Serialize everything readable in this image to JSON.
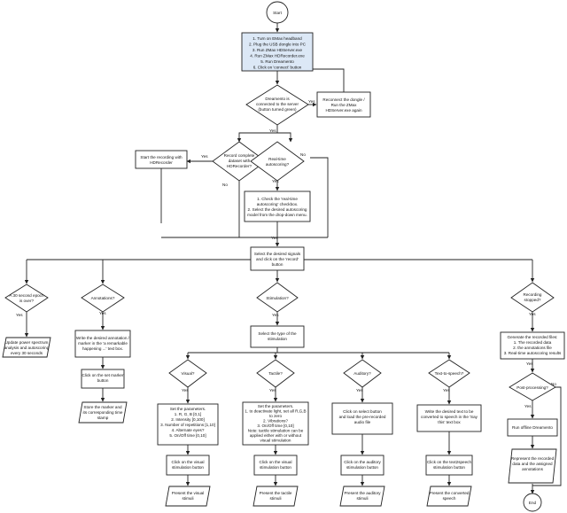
{
  "flowchart": {
    "start": "Start",
    "end": "End",
    "setup_steps": [
      "1. Turn on EMax headband",
      "2. Plug the USB dongle into PC",
      "3. Run ZMax HDServer.exe",
      "4. Run ZMax HDRecorder.exe",
      "5. Run Dreamento",
      "6. Click on 'connect' button"
    ],
    "connected_question": [
      "Dreamento is",
      "connected to the server",
      "(button turned green)"
    ],
    "reconnect": [
      "Reconnect the dongle /",
      "Run the ZMax",
      "HDServer.exe again"
    ],
    "record_question": [
      "Record complete",
      "dataset with",
      "HDRecorder?"
    ],
    "start_recording": [
      "Start the recording with",
      "HDRecorder"
    ],
    "realtime_question": [
      "Real-time",
      "autoscoring?"
    ],
    "realtime_steps": [
      "1. Check the 'real-time",
      "autoscoring' checkbox.",
      "2. Select the desired autoscoring",
      "model from the drop-down menu."
    ],
    "select_signals": [
      "Select the desired signals",
      "and click on the 'record'",
      "button"
    ],
    "epoch_question": [
      "A 30 second epoch",
      "is over?"
    ],
    "update_power": [
      "Update power spectrum",
      "analysis and autoscoring",
      "every 30 seconds"
    ],
    "annotations_question": [
      "Annotations?"
    ],
    "write_annotation": [
      "Write the desired annotation /",
      "marker in the 'a remarkable",
      "happening ...' text box."
    ],
    "click_marker": [
      "Click on the set marker",
      "button"
    ],
    "store_marker": [
      "Store the marker and",
      "its corresponding time",
      "stamp"
    ],
    "stimulation_question": [
      "Stimulation?"
    ],
    "select_type": [
      "Select the type of the",
      "stimulation"
    ],
    "visual_question": [
      "Visual?"
    ],
    "visual_params": [
      "Set the parameters.",
      "1. R, G, B [0,1]",
      "2. Intensity [0,100]",
      "3. Number of repetitions [1,10]",
      "4. Alternate eyes?",
      "5. On/Off time [0,10]"
    ],
    "visual_click": [
      "Click on the visual",
      "stimulation button"
    ],
    "visual_present": [
      "Present the visual",
      "stimuli"
    ],
    "tactile_question": [
      "Tactile?"
    ],
    "tactile_params": [
      "Set the parameters.",
      "1. to deactivate light, set all R,G,B",
      "to zero",
      "2. Vibrations?",
      "3. On/Off time [0,10]",
      "Note: tactile stimulation can be",
      "applied either with or without",
      "visual stimulation"
    ],
    "tactile_click": [
      "Click on the visual",
      "stimulation button"
    ],
    "tactile_present": [
      "Present the tactile",
      "stimuli"
    ],
    "auditory_question": [
      "Auditory?"
    ],
    "auditory_select": [
      "Click on select button",
      "and load the pre-recorded",
      "audio file"
    ],
    "auditory_click": [
      "Click on the auditory",
      "stimulation button"
    ],
    "auditory_present": [
      "Present the auditory",
      "stimuli"
    ],
    "tts_question": [
      "Text-to-speech?"
    ],
    "tts_write": [
      "Write the desired text to be",
      "converted to speech in the 'Say",
      "this' text box"
    ],
    "tts_click": [
      "Click on the text2speech",
      "stimulation button"
    ],
    "tts_present": [
      "Present the converted",
      "speech"
    ],
    "recording_stopped_question": [
      "Recording",
      "stopped?"
    ],
    "generate_files": [
      "Generate the recorded files:",
      "1. The recorded data",
      "2. the annotations file",
      "3. Real-time autoscoring results"
    ],
    "post_processing_question": [
      "Post-processing?"
    ],
    "run_offline": [
      "Run offline Dreamento"
    ],
    "represent": [
      "Represent the recorded",
      "data and the assigned",
      "annotations"
    ],
    "labels": {
      "yes": "Yes",
      "no": "No"
    }
  }
}
